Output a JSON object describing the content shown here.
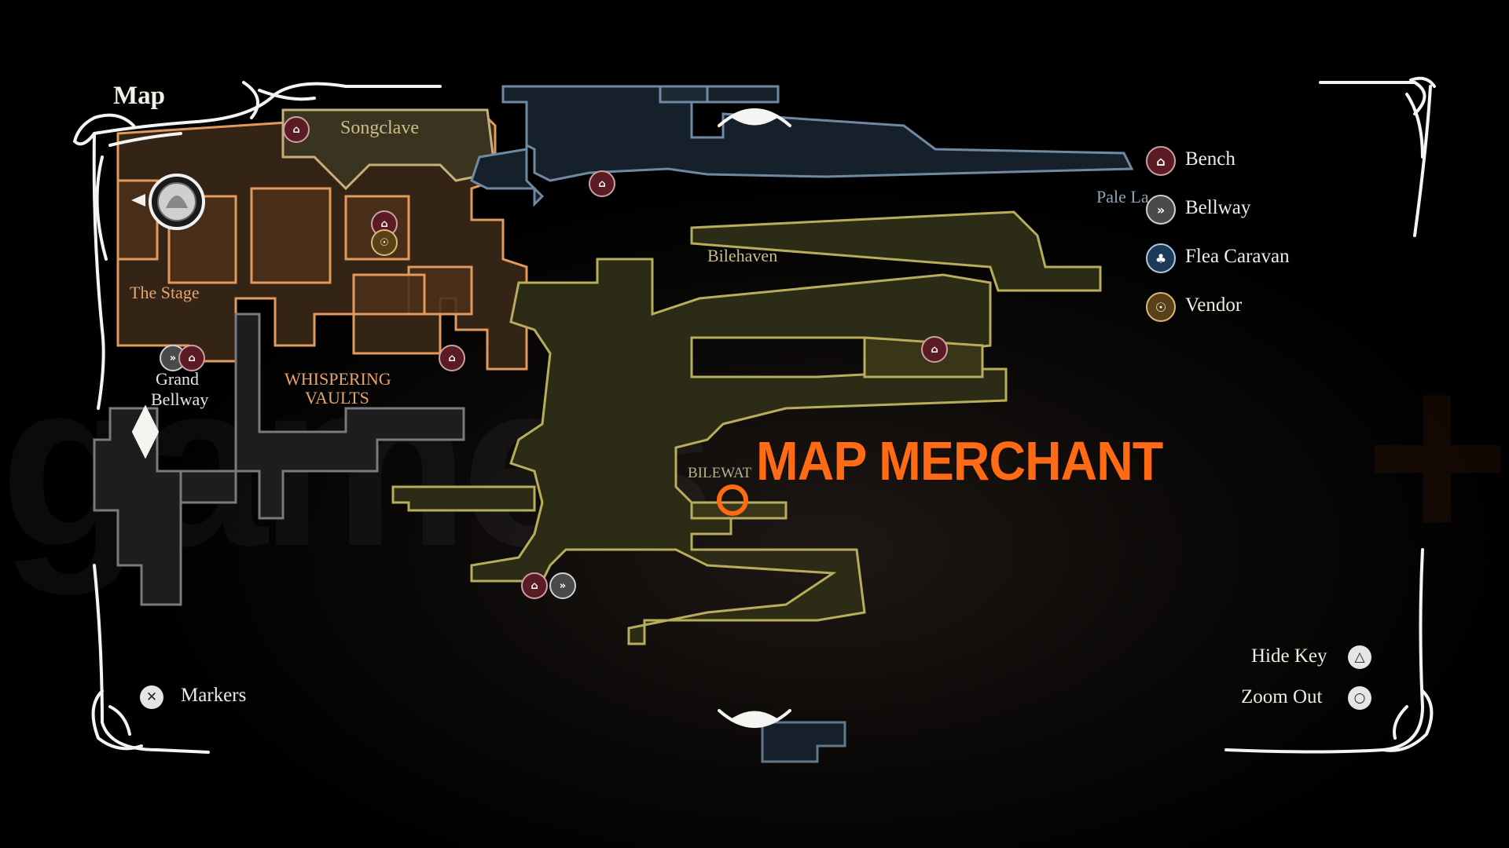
{
  "screen_title": "Map",
  "areas": {
    "songclave": "Songclave",
    "the_stage": "The Stage",
    "grand_bellway": "Grand\nBellway",
    "grand_line1": "Grand",
    "grand_line2": "Bellway",
    "whispering_line1": "WHISPERING",
    "whispering_line2": "VAULTS",
    "bilehaven": "Bilehaven",
    "bilewater_partial": "BILEWAT",
    "pale_lake_partial": "Pale La"
  },
  "annotation": {
    "text": "MAP MERCHANT",
    "color": "#ff6a14"
  },
  "legend": {
    "items": [
      {
        "label": "Bench",
        "icon": "bench-icon"
      },
      {
        "label": "Bellway",
        "icon": "bellway-icon"
      },
      {
        "label": "Flea Caravan",
        "icon": "flea-caravan-icon"
      },
      {
        "label": "Vendor",
        "icon": "vendor-icon"
      }
    ]
  },
  "controls": {
    "markers": {
      "label": "Markers",
      "button": "cross-button-icon"
    },
    "hide_key": {
      "label": "Hide Key",
      "button": "triangle-button-icon"
    },
    "zoom_out": {
      "label": "Zoom Out",
      "button": "circle-button-icon"
    }
  },
  "watermark": "gamesradar+",
  "colors": {
    "orange_zone": "#e29a5c",
    "yellow_zone": "#b8ad5a",
    "blue_zone": "#6f8aa0",
    "grey_zone": "#8a8a8a",
    "accent": "#ff6a14"
  }
}
